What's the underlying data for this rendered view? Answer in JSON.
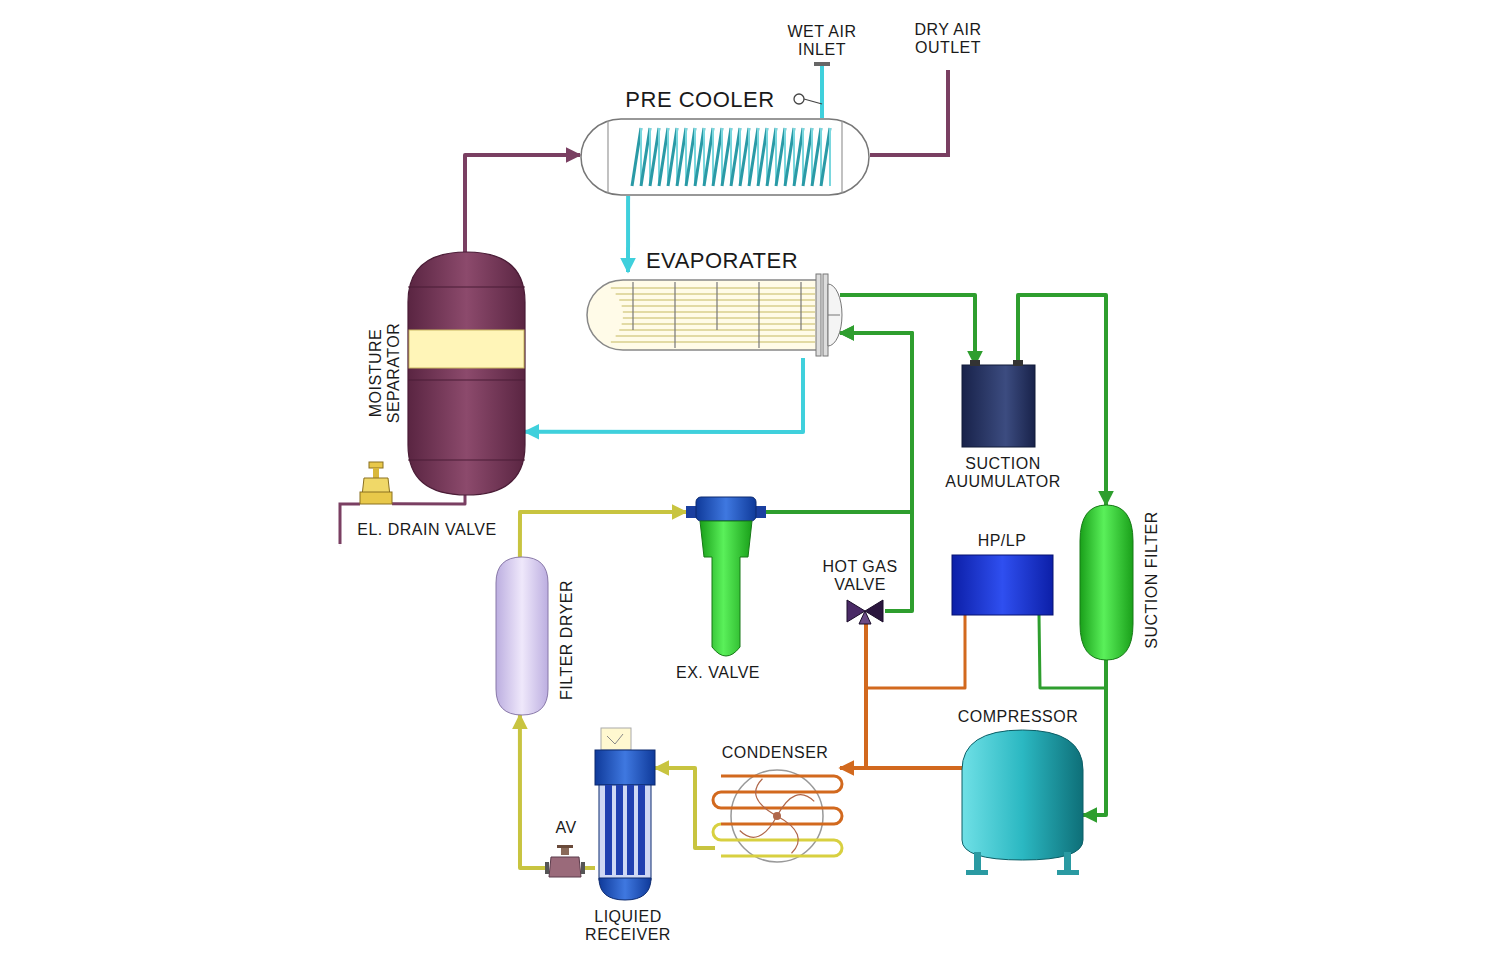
{
  "diagram": {
    "nodes": [
      {
        "text": [
          "PRE COOLER"
        ]
      },
      {
        "text": [
          "EVAPORATER"
        ]
      },
      {
        "text": [
          "MOISTURE SEPARATOR"
        ]
      },
      {
        "text": [
          "SUCTION AUUMULATOR"
        ]
      },
      {
        "text": [
          "EL. DRAIN VALVE"
        ]
      },
      {
        "text": [
          "HOT GAS VALVE"
        ]
      },
      {
        "text": [
          "HP/LP"
        ]
      },
      {
        "text": [
          "EX. VALVE"
        ]
      },
      {
        "text": [
          "FILTER DRYER"
        ]
      },
      {
        "text": [
          "SUCTION FILTER"
        ]
      },
      {
        "text": [
          "COMPRESSOR"
        ]
      },
      {
        "text": [
          "CONDENSER"
        ]
      },
      {
        "text": [
          "AV"
        ]
      },
      {
        "text": [
          "LIQUIED RECEIVER"
        ]
      }
    ],
    "edges": [
      {
        "from": 0,
        "to": 1,
        "arrow": "to"
      },
      {
        "from": 1,
        "to": 2,
        "arrow": "to"
      },
      {
        "from": 2,
        "to": 0,
        "arrow": "to"
      },
      {
        "from": 1,
        "to": 3,
        "arrow": "to"
      },
      {
        "from": 3,
        "to": 9,
        "arrow": "to"
      },
      {
        "from": 9,
        "to": 10,
        "arrow": "to"
      },
      {
        "from": 10,
        "to": 11,
        "arrow": "to"
      },
      {
        "from": 10,
        "to": 5,
        "arrow": "none"
      },
      {
        "from": 5,
        "to": 1,
        "arrow": "to"
      },
      {
        "from": 7,
        "to": 1,
        "arrow": "to"
      },
      {
        "from": 11,
        "to": 13,
        "arrow": "to"
      },
      {
        "from": 13,
        "to": 12,
        "arrow": "none"
      },
      {
        "from": 12,
        "to": 8,
        "arrow": "to"
      },
      {
        "from": 8,
        "to": 7,
        "arrow": "to"
      },
      {
        "from": 6,
        "to": 10,
        "arrow": "none"
      },
      {
        "from": 6,
        "to": 9,
        "arrow": "none"
      },
      {
        "from": 2,
        "to": 4,
        "arrow": "none"
      }
    ],
    "labels": [
      "WET AIR INLET",
      "DRY AIR OUTLET"
    ]
  }
}
